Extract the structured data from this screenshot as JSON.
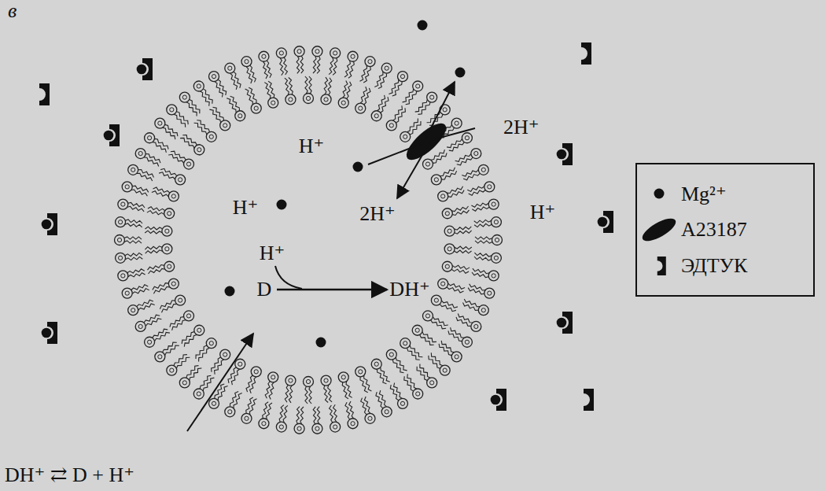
{
  "diagram": {
    "labels": [
      "в",
      "H⁺",
      "2H⁺",
      "H⁺",
      "2H⁺",
      "H⁺",
      "H⁺",
      "D",
      "DH⁺",
      "DH⁺ ⇄ D + H⁺"
    ],
    "legend": [
      {
        "text": "Mg²⁺"
      },
      {
        "text": "A23187"
      },
      {
        "text": "ЭДТУК"
      }
    ]
  }
}
